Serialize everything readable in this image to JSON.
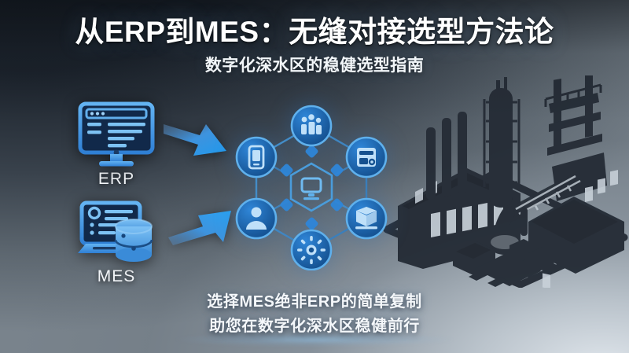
{
  "slide": {
    "title": "从ERP到MES：无缝对接选型方法论",
    "subtitle": "数字化深水区的稳健选型指南",
    "tagline_line1": "选择MES绝非ERP的简单复制",
    "tagline_line2": "助您在数字化深水区稳健前行"
  },
  "systems": [
    {
      "id": "erp",
      "label": "ERP",
      "icon": "desktop-monitor-icon"
    },
    {
      "id": "mes",
      "label": "MES",
      "icon": "laptop-database-icon"
    }
  ],
  "flow": {
    "arrow_top": "arrow-right-down-icon",
    "arrow_bottom": "arrow-right-up-icon"
  },
  "hub": {
    "center_icon": "monitor-hexagon-icon",
    "nodes": [
      {
        "position": "top",
        "icon": "team-analytics-icon"
      },
      {
        "position": "upper-left",
        "icon": "mobile-phone-icon"
      },
      {
        "position": "upper-right",
        "icon": "server-rack-icon"
      },
      {
        "position": "lower-left",
        "icon": "user-profile-icon"
      },
      {
        "position": "lower-right",
        "icon": "open-box-icon"
      },
      {
        "position": "bottom",
        "icon": "gear-settings-icon"
      }
    ]
  },
  "scenery": {
    "factory": "industrial-plant-silhouette"
  },
  "colors": {
    "accent_blue": "#2f86d8",
    "node_blue": "#1d6fc0",
    "icon_light": "#8fc4f2",
    "text_white": "#ffffff",
    "bg_dark": "#171d25",
    "bg_light": "#e2e8ee",
    "factory_dark": "#252c36"
  }
}
